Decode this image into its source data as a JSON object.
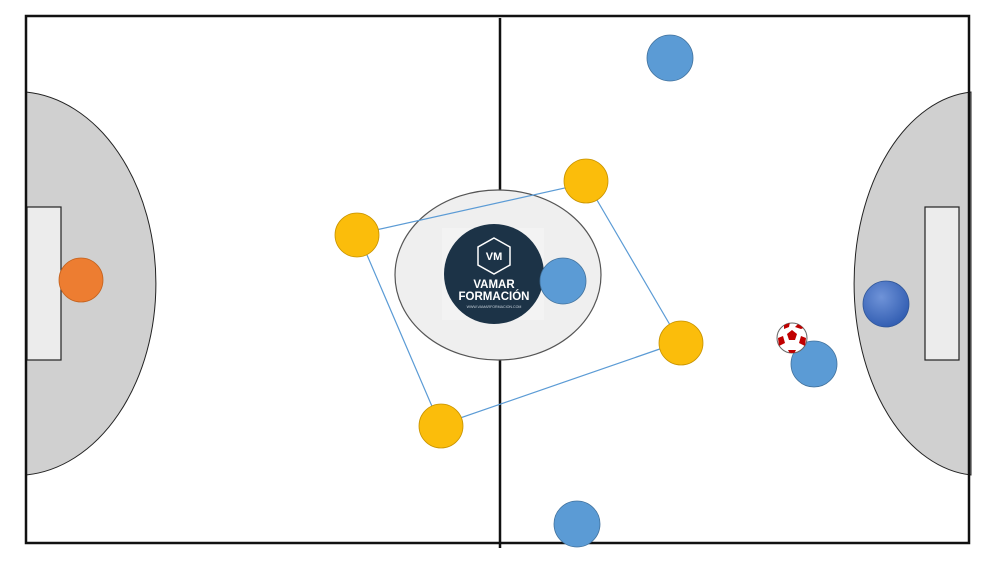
{
  "logo": {
    "badge_text": "VM",
    "line1": "VAMAR",
    "line2": "FORMACIÓN",
    "website": "WWW.VAMARFORMACION.COM"
  },
  "colors": {
    "pitch": "#ffffff",
    "lines": "#111111",
    "penalty_area": "#d0d0d0",
    "goal": "#ececec",
    "center_circle": "#efefef",
    "logo_bg": "#1c3347",
    "team_yellow": "#fbbd0b",
    "team_blue": "#5b9bd5",
    "goalkeeper_orange": "#ed7d31",
    "goalkeeper_blue": "#4472c4",
    "rondo_line": "#5b9bd5",
    "ball_red": "#c00000"
  },
  "players": {
    "yellow": [
      "player",
      "player",
      "player",
      "player"
    ],
    "blue": [
      "player",
      "player",
      "player",
      "player"
    ],
    "goalkeepers": [
      "goalkeeper-left",
      "goalkeeper-right"
    ]
  },
  "ball": "ball-icon"
}
